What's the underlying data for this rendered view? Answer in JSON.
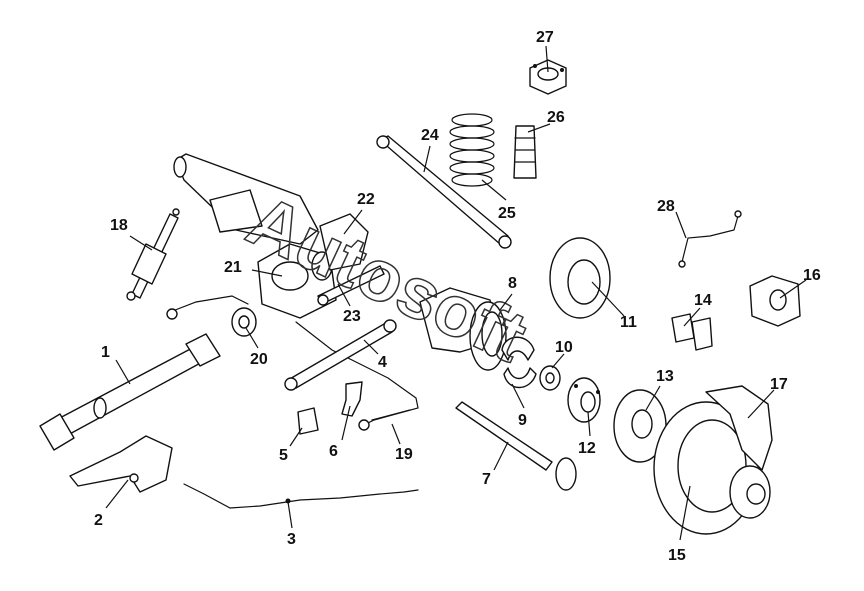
{
  "diagram": {
    "watermark": "Autosoft",
    "callouts": [
      {
        "id": "1",
        "label": "1"
      },
      {
        "id": "2",
        "label": "2"
      },
      {
        "id": "3",
        "label": "3"
      },
      {
        "id": "4",
        "label": "4"
      },
      {
        "id": "5",
        "label": "5"
      },
      {
        "id": "6",
        "label": "6"
      },
      {
        "id": "7",
        "label": "7"
      },
      {
        "id": "8",
        "label": "8"
      },
      {
        "id": "9",
        "label": "9"
      },
      {
        "id": "10",
        "label": "10"
      },
      {
        "id": "11",
        "label": "11"
      },
      {
        "id": "12",
        "label": "12"
      },
      {
        "id": "13",
        "label": "13"
      },
      {
        "id": "14",
        "label": "14"
      },
      {
        "id": "15",
        "label": "15"
      },
      {
        "id": "16",
        "label": "16"
      },
      {
        "id": "17",
        "label": "17"
      },
      {
        "id": "18",
        "label": "18"
      },
      {
        "id": "19",
        "label": "19"
      },
      {
        "id": "20",
        "label": "20"
      },
      {
        "id": "21",
        "label": "21"
      },
      {
        "id": "22",
        "label": "22"
      },
      {
        "id": "23",
        "label": "23"
      },
      {
        "id": "24",
        "label": "24"
      },
      {
        "id": "25",
        "label": "25"
      },
      {
        "id": "26",
        "label": "26"
      },
      {
        "id": "27",
        "label": "27"
      },
      {
        "id": "28",
        "label": "28"
      }
    ]
  }
}
